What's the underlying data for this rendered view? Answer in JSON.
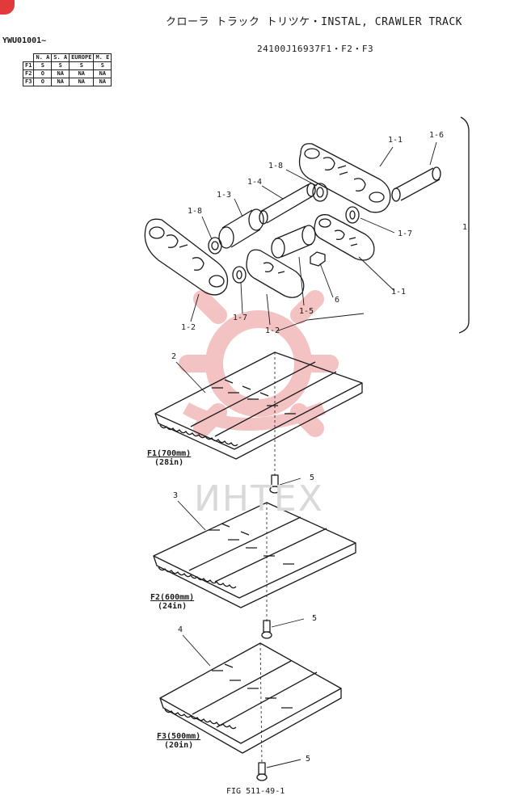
{
  "header": {
    "title": "クローラ トラック トリツケ・INSTAL, CRAWLER TRACK",
    "part_number": "24100J16937F1・F2・F3",
    "serial": "YWU01001~"
  },
  "spec_table": {
    "columns": [
      "N. A",
      "S. A",
      "EUROPE",
      "M. E"
    ],
    "rows": [
      {
        "name": "F1",
        "cells": [
          "S",
          "S",
          "S",
          "S"
        ]
      },
      {
        "name": "F2",
        "cells": [
          "O",
          "NA",
          "NA",
          "NA"
        ]
      },
      {
        "name": "F3",
        "cells": [
          "O",
          "NA",
          "NA",
          "NA"
        ]
      }
    ]
  },
  "callouts": {
    "c_1_1_top": "1-1",
    "c_1_6": "1-6",
    "c_1_8_top": "1-8",
    "c_1_4": "1-4",
    "c_1_3": "1-3",
    "c_1_8_left": "1-8",
    "c_1_7_right": "1-7",
    "c_1_assembly": "1",
    "c_1_1_right": "1-1",
    "c_6": "6",
    "c_1_5": "1-5",
    "c_1_7_bottom": "1-7",
    "c_1_2_left": "1-2",
    "c_1_2_mid": "1-2",
    "c_2": "2",
    "c_3": "3",
    "c_4": "4",
    "c_5_a": "5",
    "c_5_b": "5",
    "c_5_c": "5"
  },
  "shoe_labels": [
    {
      "name": "F1(700mm)",
      "inch": "(28in)"
    },
    {
      "name": "F2(600mm)",
      "inch": "(24in)"
    },
    {
      "name": "F3(500mm)",
      "inch": "(20in)"
    }
  ],
  "figure_number": "FIG 511-49-1",
  "watermark": "ИНТЕХ",
  "colors": {
    "ink": "#1a1a1a",
    "watermark": "#f2b8b8",
    "badge": "#e23a3a"
  }
}
